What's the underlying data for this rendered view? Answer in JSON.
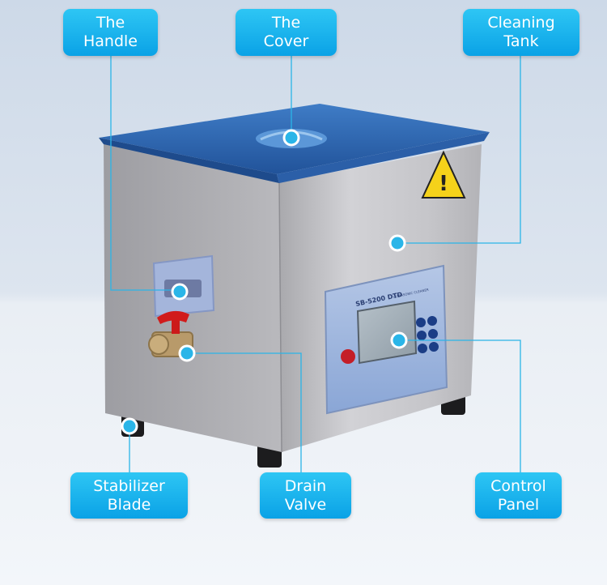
{
  "labels": {
    "handle": "The\nHandle",
    "cover": "The\nCover",
    "tank": "Cleaning\nTank",
    "stabilizer": "Stabilizer\nBlade",
    "drain": "Drain\nValve",
    "panel": "Control\nPanel"
  },
  "device": {
    "model_text": "SB-5200 DTD",
    "subtitle_text": "ULTRASONIC CLEANER"
  },
  "colors": {
    "label_bg": "#17b1ec",
    "leader_line": "#2ab5e8",
    "lid": "#2f6ab4",
    "steel": "#c4c4c8",
    "panel_bg": "#9fb6dc",
    "warning": "#f5d21a"
  }
}
